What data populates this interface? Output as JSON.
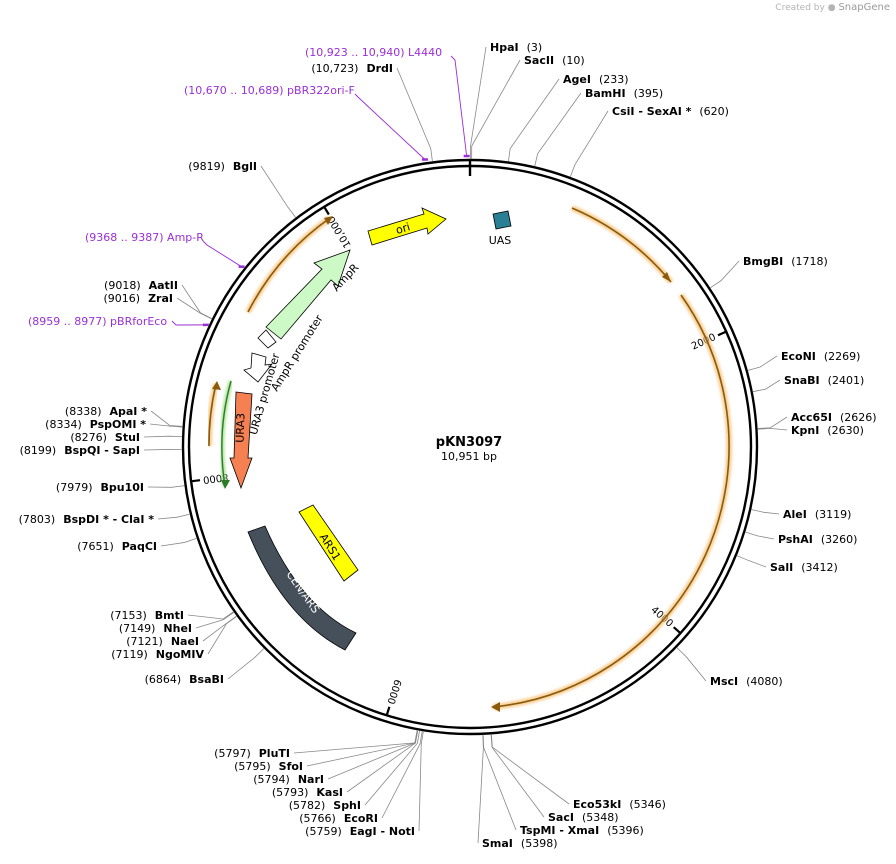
{
  "watermark": {
    "prefix": "Created by",
    "brand": "SnapGene"
  },
  "plasmid": {
    "name": "pKN3097",
    "length": 10951,
    "length_label": "10,951 bp"
  },
  "scale_ticks": [
    {
      "bp": 2000,
      "label": "2000"
    },
    {
      "bp": 4000,
      "label": "4000"
    },
    {
      "bp": 6000,
      "label": "6000"
    },
    {
      "bp": 8000,
      "label": "8000"
    },
    {
      "bp": 10000,
      "label": "10,000"
    }
  ],
  "sites": [
    {
      "pos": "(3)",
      "name": "HpaI",
      "bp": 3
    },
    {
      "pos": "(10)",
      "name": "SacII",
      "bp": 10
    },
    {
      "pos": "(233)",
      "name": "AgeI",
      "bp": 233
    },
    {
      "pos": "(395)",
      "name": "BamHI",
      "bp": 395
    },
    {
      "pos": "(620)",
      "name": "CsiI - SexAI *",
      "bp": 620
    },
    {
      "pos": "(1718)",
      "name": "BmgBI",
      "bp": 1718
    },
    {
      "pos": "(2269)",
      "name": "EcoNI",
      "bp": 2269
    },
    {
      "pos": "(2401)",
      "name": "SnaBI",
      "bp": 2401
    },
    {
      "pos": "(2626)",
      "name": "Acc65I",
      "bp": 2626
    },
    {
      "pos": "(2630)",
      "name": "KpnI",
      "bp": 2630
    },
    {
      "pos": "(3119)",
      "name": "AleI",
      "bp": 3119
    },
    {
      "pos": "(3260)",
      "name": "PshAI",
      "bp": 3260
    },
    {
      "pos": "(3412)",
      "name": "SalI",
      "bp": 3412
    },
    {
      "pos": "(4080)",
      "name": "MscI",
      "bp": 4080
    },
    {
      "pos": "(5346)",
      "name": "Eco53kI",
      "bp": 5346
    },
    {
      "pos": "(5348)",
      "name": "SacI",
      "bp": 5348
    },
    {
      "pos": "(5396)",
      "name": "TspMI - XmaI",
      "bp": 5396
    },
    {
      "pos": "(5398)",
      "name": "SmaI",
      "bp": 5398
    },
    {
      "pos": "(5797)",
      "name": "PluTI",
      "bp": 5797
    },
    {
      "pos": "(5795)",
      "name": "SfoI",
      "bp": 5795
    },
    {
      "pos": "(5794)",
      "name": "NarI",
      "bp": 5794
    },
    {
      "pos": "(5793)",
      "name": "KasI",
      "bp": 5793
    },
    {
      "pos": "(5782)",
      "name": "SphI",
      "bp": 5782
    },
    {
      "pos": "(5766)",
      "name": "EcoRI",
      "bp": 5766
    },
    {
      "pos": "(5759)",
      "name": "EagI - NotI",
      "bp": 5759
    },
    {
      "pos": "(6864)",
      "name": "BsaBI",
      "bp": 6864
    },
    {
      "pos": "(7153)",
      "name": "BmtI",
      "bp": 7153
    },
    {
      "pos": "(7149)",
      "name": "NheI",
      "bp": 7149
    },
    {
      "pos": "(7121)",
      "name": "NaeI",
      "bp": 7121
    },
    {
      "pos": "(7119)",
      "name": "NgoMIV",
      "bp": 7119
    },
    {
      "pos": "(7651)",
      "name": "PaqCI",
      "bp": 7651
    },
    {
      "pos": "(7803)",
      "name": "BspDI * - ClaI *",
      "bp": 7803
    },
    {
      "pos": "(7979)",
      "name": "Bpu10I",
      "bp": 7979
    },
    {
      "pos": "(8338)",
      "name": "ApaI *",
      "bp": 8338
    },
    {
      "pos": "(8334)",
      "name": "PspOMI *",
      "bp": 8334
    },
    {
      "pos": "(8276)",
      "name": "StuI",
      "bp": 8276
    },
    {
      "pos": "(8199)",
      "name": "BspQI - SapI",
      "bp": 8199
    },
    {
      "pos": "(9016)",
      "name": "ZraI",
      "bp": 9016
    },
    {
      "pos": "(9018)",
      "name": "AatII",
      "bp": 9018
    },
    {
      "pos": "(9819)",
      "name": "BglI",
      "bp": 9819
    },
    {
      "pos": "(10,723)",
      "name": "DrdI",
      "bp": 10723
    }
  ],
  "primers": [
    {
      "label": "(10,923 .. 10,940)  L4440",
      "bp": 10931
    },
    {
      "label": "(10,670 .. 10,689)  pBR322ori-F",
      "bp": 10680
    },
    {
      "label": "(9368 .. 9387)  Amp-R",
      "bp": 9378
    },
    {
      "label": "(8959 .. 8977)  pBRforEco",
      "bp": 8968
    }
  ],
  "features": [
    {
      "label": "ori",
      "color": "#ffff00"
    },
    {
      "label": "AmpR",
      "color": "#ccf9c5"
    },
    {
      "label": "AmpR promoter",
      "color": "#ffffff"
    },
    {
      "label": "URA3 promoter",
      "color": "#ffffff"
    },
    {
      "label": "URA3",
      "color": "#f58052"
    },
    {
      "label": "UAS",
      "color": "#2b7f94"
    },
    {
      "label": "ARS1",
      "color": "#ffff00"
    },
    {
      "label": "CEN/ARS",
      "color": "#45505a"
    }
  ],
  "colors": {
    "backbone": "#000000",
    "orf_arrow": "#8b5a0a",
    "orf_glow": "#f6c37a",
    "primer": "#9a2fd6",
    "ura3_orf": "#3aa23a"
  }
}
